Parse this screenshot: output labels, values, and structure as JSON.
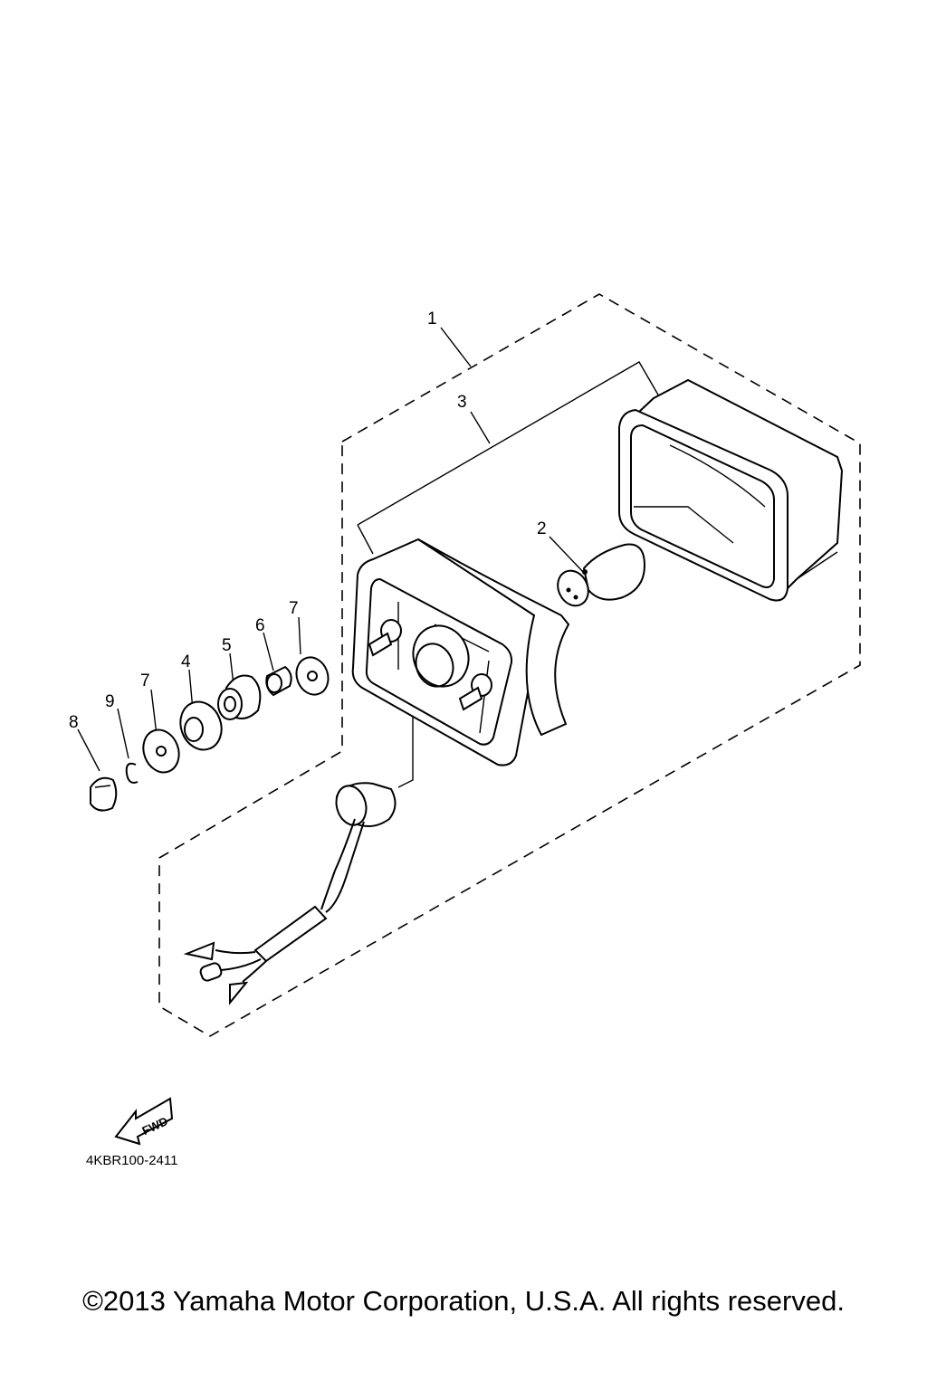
{
  "callouts": {
    "c1": "1",
    "c2": "2",
    "c3": "3",
    "c4": "4",
    "c5": "5",
    "c6": "6",
    "c7a": "7",
    "c7b": "7",
    "c8": "8",
    "c9": "9"
  },
  "fwd_label": "FWD",
  "diagram_code": "4KBR100-2411",
  "copyright": "©2013 Yamaha Motor Corporation, U.S.A. All rights reserved."
}
